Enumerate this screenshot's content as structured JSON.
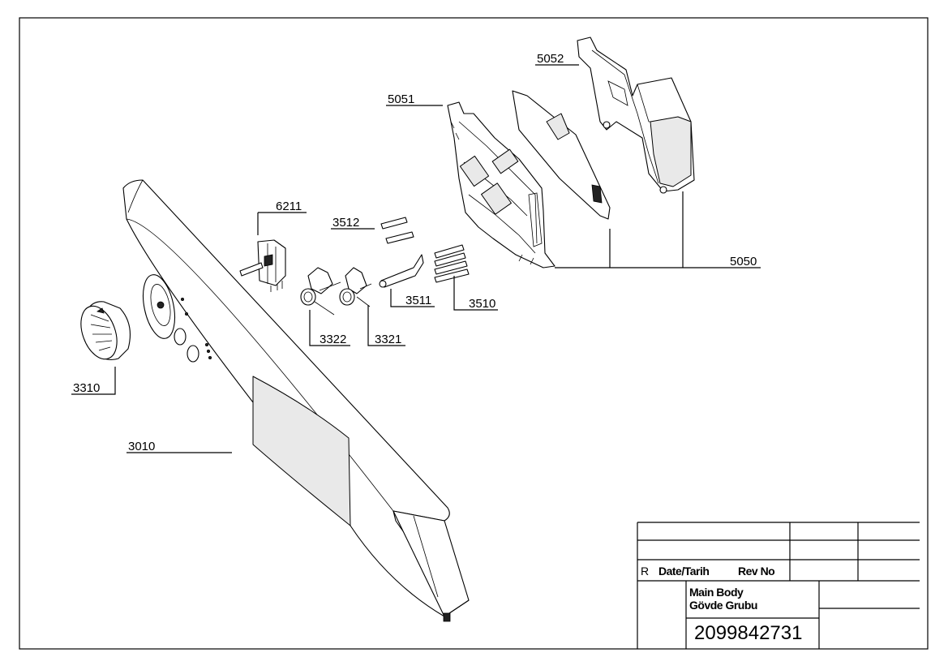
{
  "drawing": {
    "part_labels": {
      "p5052": "5052",
      "p5051": "5051",
      "p6211": "6211",
      "p3512": "3512",
      "p5050": "5050",
      "p3511": "3511",
      "p3510": "3510",
      "p3322": "3322",
      "p3321": "3321",
      "p3310": "3310",
      "p3010": "3010"
    }
  },
  "title_block": {
    "r_label": "R",
    "date_label": "Date/Tarih",
    "rev_label": "Rev No",
    "title_en": "Main Body",
    "title_tr": "Gövde Grubu",
    "drawing_number": "2099842731"
  }
}
